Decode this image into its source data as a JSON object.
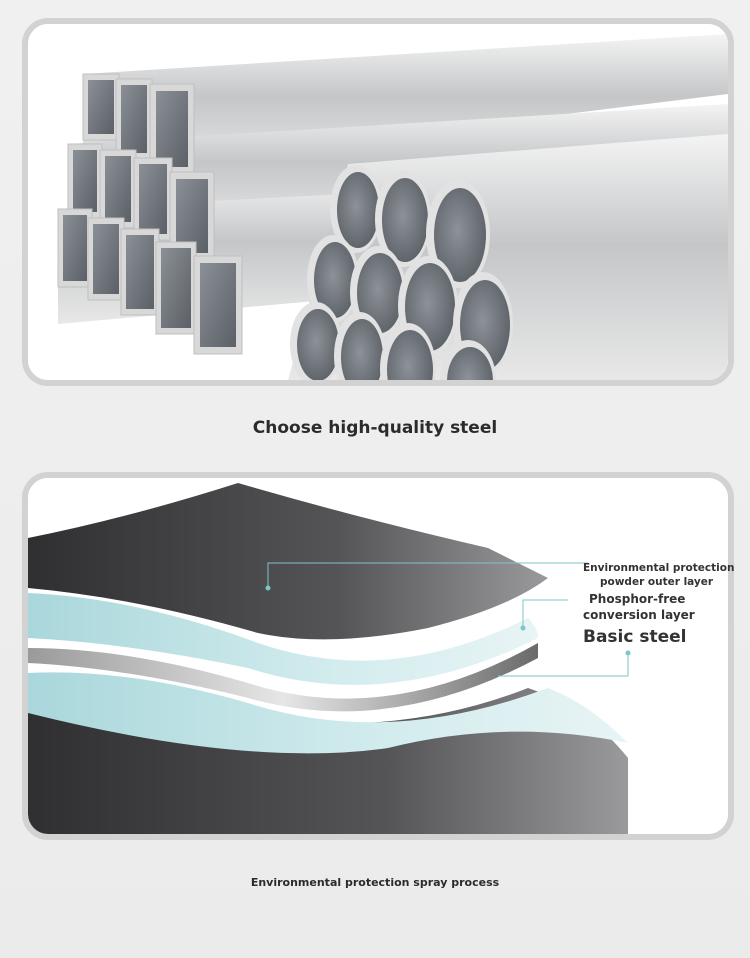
{
  "captions": {
    "steel_quality": "Choose high-quality steel",
    "spray_process": "Environmental protection spray process"
  },
  "layer_labels": {
    "outer_line1": "Environmental protection",
    "outer_line2": "powder outer layer",
    "phosphor_line1": "Phosphor-free",
    "phosphor_line2": "conversion layer",
    "basic": "Basic steel"
  },
  "colors": {
    "background": "#eeeeee",
    "panel_border": "#d2d2d2",
    "coating_dark": "#3a3a3c",
    "conversion_layer": "#b8dde0",
    "steel": "#c8c8c8",
    "leader_line": "#7cc6c9"
  }
}
